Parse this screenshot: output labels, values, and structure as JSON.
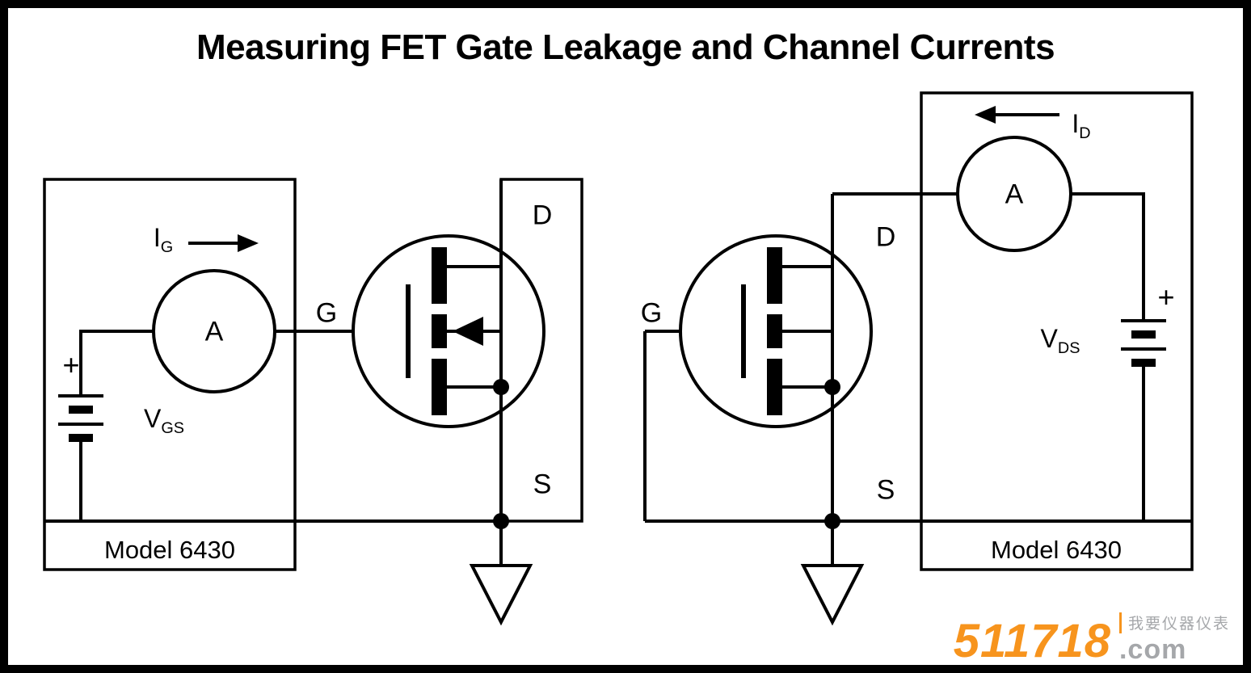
{
  "title": "Measuring FET Gate Leakage and Channel Currents",
  "left_circuit": {
    "instrument": "Model 6430",
    "ammeter": "A",
    "current": {
      "base": "I",
      "sub": "G"
    },
    "plus": "+",
    "voltage": {
      "base": "V",
      "sub": "GS"
    },
    "terminals": {
      "gate": "G",
      "drain": "D",
      "source": "S"
    }
  },
  "right_circuit": {
    "instrument": "Model 6430",
    "ammeter": "A",
    "current": {
      "base": "I",
      "sub": "D"
    },
    "plus": "+",
    "voltage": {
      "base": "V",
      "sub": "DS"
    },
    "terminals": {
      "gate": "G",
      "drain": "D",
      "source": "S"
    }
  },
  "watermark": {
    "brand": "511718",
    "domain": ".com",
    "tagline": "我要仪器仪表",
    "brand_color": "#F7941D",
    "gray_color": "#A5A7AA"
  },
  "colors": {
    "ink": "#000000",
    "background": "#FFFFFF"
  }
}
